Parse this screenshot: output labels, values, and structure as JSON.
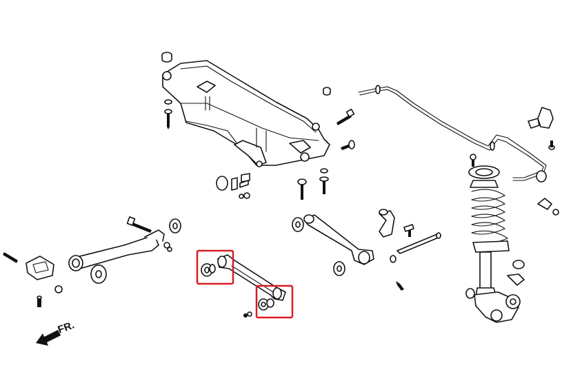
{
  "direction_indicator": {
    "label": "FR."
  },
  "highlight_color": "#d91c24",
  "highlighted_parts": [
    "upper-bushing-callout",
    "lower-bushing-callout"
  ]
}
